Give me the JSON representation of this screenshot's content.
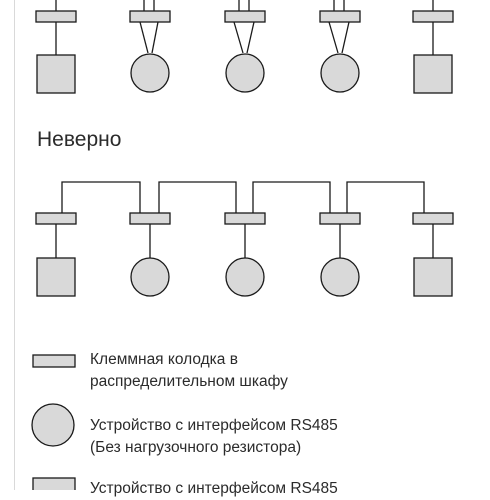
{
  "section_title": "Неверно",
  "legend": {
    "terminal_block": [
      "Клеммная колодка в",
      "распределительном шкафу"
    ],
    "device_no_resistor": [
      "Устройство с интерфейсом RS485",
      "(Без нагрузочного резистора)"
    ],
    "device_with_resistor": [
      "Устройство с интерфейсом RS485"
    ]
  },
  "colors": {
    "shape_fill": "#d9d9d9",
    "stroke": "#1a1a1a",
    "text": "#2b2b2b"
  }
}
